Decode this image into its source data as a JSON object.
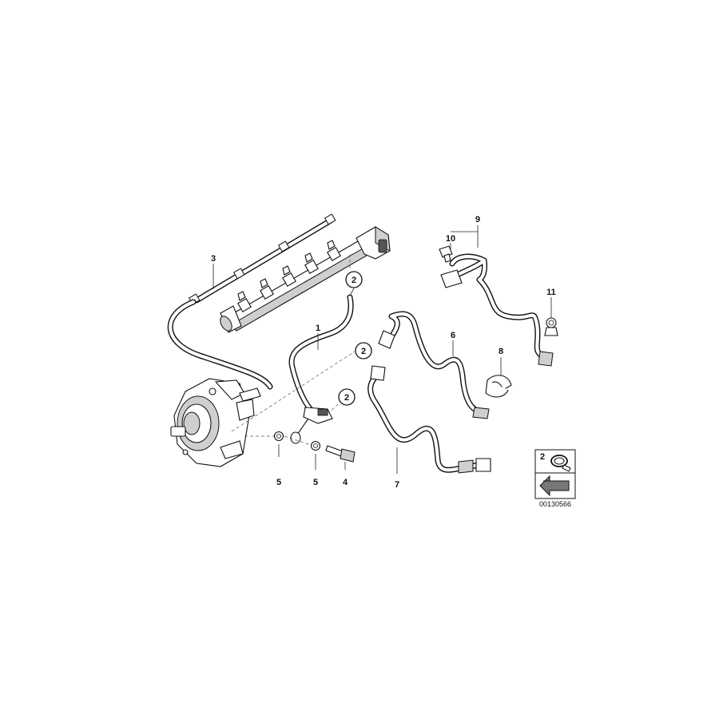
{
  "diagram_id": "00130566",
  "callouts": {
    "c1": "1",
    "c2a": "2",
    "c2b": "2",
    "c2c": "2",
    "c3": "3",
    "c4": "4",
    "c5a": "5",
    "c5b": "5",
    "c6": "6",
    "c7": "7",
    "c8": "8",
    "c9": "9",
    "c10": "10",
    "c11": "11"
  },
  "legend": {
    "label": "2"
  }
}
